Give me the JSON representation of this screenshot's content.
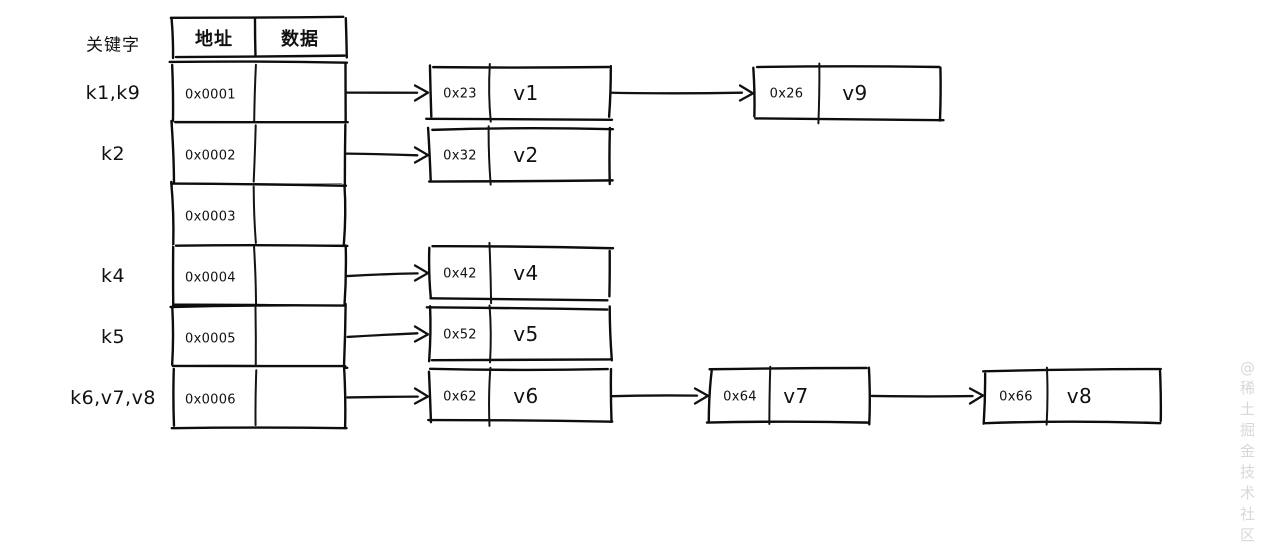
{
  "diagram": {
    "title_label": "关键字",
    "columns": [
      {
        "id": "address",
        "label": "地址"
      },
      {
        "id": "data",
        "label": "数据"
      }
    ],
    "watermark": "@稀土掘金技术社区",
    "colors": {
      "stroke": "#111111",
      "background": "#ffffff",
      "watermark": "#d8d8d8"
    },
    "buckets": [
      {
        "key_label": "k1,k9",
        "address": "0x0001",
        "has_chain": true
      },
      {
        "key_label": "k2",
        "address": "0x0002",
        "has_chain": true
      },
      {
        "key_label": "",
        "address": "0x0003",
        "has_chain": false
      },
      {
        "key_label": "k4",
        "address": "0x0004",
        "has_chain": true
      },
      {
        "key_label": "k5",
        "address": "0x0005",
        "has_chain": true
      },
      {
        "key_label": "k6,v7,v8",
        "address": "0x0006",
        "has_chain": true
      }
    ],
    "chains": [
      {
        "bucket_index": 0,
        "nodes": [
          {
            "hash": "0x23",
            "value": "v1"
          },
          {
            "hash": "0x26",
            "value": "v9"
          }
        ]
      },
      {
        "bucket_index": 1,
        "nodes": [
          {
            "hash": "0x32",
            "value": "v2"
          }
        ]
      },
      {
        "bucket_index": 3,
        "nodes": [
          {
            "hash": "0x42",
            "value": "v4"
          }
        ]
      },
      {
        "bucket_index": 4,
        "nodes": [
          {
            "hash": "0x52",
            "value": "v5"
          }
        ]
      },
      {
        "bucket_index": 5,
        "nodes": [
          {
            "hash": "0x62",
            "value": "v6"
          },
          {
            "hash": "0x64",
            "value": "v7"
          },
          {
            "hash": "0x66",
            "value": "v8"
          }
        ]
      }
    ]
  }
}
